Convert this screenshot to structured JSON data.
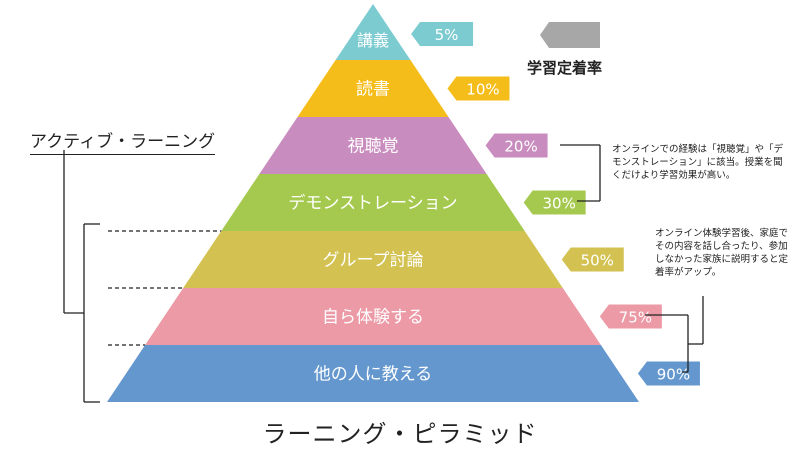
{
  "title": "ラーニング・ピラミッド",
  "active_learning_label": "アクティブ・ラーニング",
  "legend": {
    "label": "学習定着率",
    "color": "#a7a7a7"
  },
  "levels": [
    {
      "label": "講義",
      "rate": "5%",
      "color": "#7ccbd1"
    },
    {
      "label": "読書",
      "rate": "10%",
      "color": "#f5bd1a"
    },
    {
      "label": "視聴覚",
      "rate": "20%",
      "color": "#c98cbf"
    },
    {
      "label": "デモンストレーション",
      "rate": "30%",
      "color": "#a5c94f"
    },
    {
      "label": "グループ討論",
      "rate": "50%",
      "color": "#d3c252"
    },
    {
      "label": "自ら体験する",
      "rate": "75%",
      "color": "#eb9aa6"
    },
    {
      "label": "他の人に教える",
      "rate": "90%",
      "color": "#6497ce"
    }
  ],
  "notes": {
    "top": "オンラインでの経験は「視聴覚」や「デモンストレーション」に該当。授業を聞くだけより学習効果が高い。",
    "bottom": "オンライン体験学習後、家庭でその内容を話し合ったり、参加しなかった家族に説明すると定着率がアップ。"
  }
}
